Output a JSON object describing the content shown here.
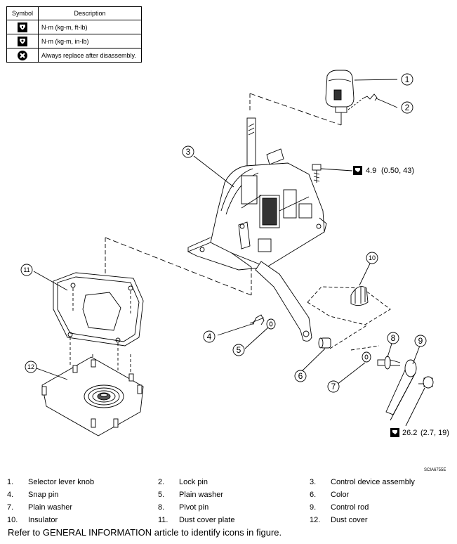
{
  "symbol_table": {
    "header_symbol": "Symbol",
    "header_description": "Description",
    "rows": [
      {
        "icon": "torque-wrench-icon",
        "description": "N·m (kg-m, ft-lb)"
      },
      {
        "icon": "torque-wrench-inch-icon",
        "description": "N·m (kg-m, in-lb)"
      },
      {
        "icon": "always-replace-icon",
        "description": "Always replace after disassembly."
      }
    ]
  },
  "callouts": [
    "1",
    "2",
    "3",
    "4",
    "5",
    "6",
    "7",
    "8",
    "9",
    "10",
    "11",
    "12"
  ],
  "torque_specs": [
    {
      "value": "4.9",
      "units": "(0.50, 43)"
    },
    {
      "value": "26.2",
      "units": "(2.7, 19)"
    }
  ],
  "figure_id": "SCIA6755E",
  "legend": [
    {
      "num": "1.",
      "name": "Selector lever knob"
    },
    {
      "num": "2.",
      "name": "Lock pin"
    },
    {
      "num": "3.",
      "name": "Control device assembly"
    },
    {
      "num": "4.",
      "name": "Snap pin"
    },
    {
      "num": "5.",
      "name": "Plain washer"
    },
    {
      "num": "6.",
      "name": "Color"
    },
    {
      "num": "7.",
      "name": "Plain washer"
    },
    {
      "num": "8.",
      "name": "Pivot pin"
    },
    {
      "num": "9.",
      "name": "Control rod"
    },
    {
      "num": "10.",
      "name": "Insulator"
    },
    {
      "num": "11.",
      "name": "Dust cover plate"
    },
    {
      "num": "12.",
      "name": "Dust cover"
    }
  ],
  "footer_note": "Refer to GENERAL INFORMATION article to identify icons in figure."
}
